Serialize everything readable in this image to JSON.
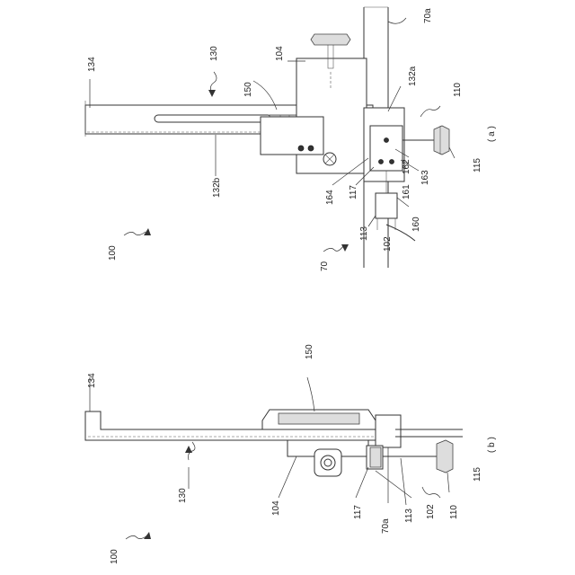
{
  "figure_a": {
    "caption": "( a )",
    "labels": {
      "l70a": "70a",
      "l104": "104",
      "l130": "130",
      "l134": "134",
      "l150": "150",
      "l132a": "132a",
      "l110": "110",
      "l115": "115",
      "l162": "162",
      "l163": "163",
      "l161": "161",
      "l160": "160",
      "l102": "102",
      "l113": "113",
      "l117": "117",
      "l164": "164",
      "l132b": "132b",
      "l100": "100",
      "l70": "70"
    }
  },
  "figure_b": {
    "caption": "( b )",
    "labels": {
      "l134": "134",
      "l150": "150",
      "l130": "130",
      "l100": "100",
      "l104": "104",
      "l117": "117",
      "l70a": "70a",
      "l113": "113",
      "l102": "102",
      "l110": "110",
      "l115": "115"
    }
  }
}
